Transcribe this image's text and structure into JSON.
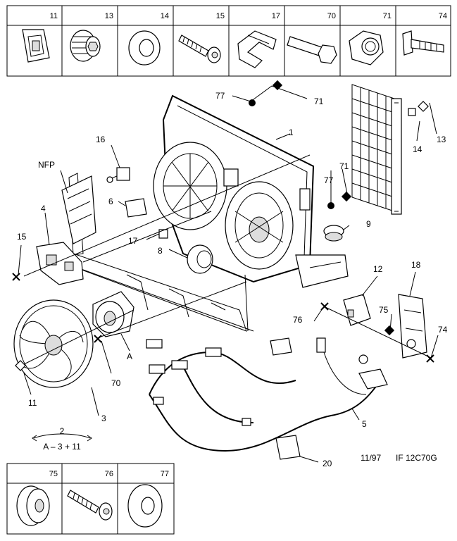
{
  "top_table": {
    "headers": [
      "11",
      "13",
      "14",
      "15",
      "17",
      "70",
      "71",
      "74"
    ],
    "icons": [
      "clip-icon",
      "plug-icon",
      "washer-icon",
      "screw-icon",
      "bracket-icon",
      "bolt-icon",
      "nut-icon",
      "stud-icon"
    ]
  },
  "bottom_table": {
    "headers": [
      "75",
      "76",
      "77"
    ],
    "icons": [
      "grommet-icon",
      "screw-icon",
      "washer-icon"
    ]
  },
  "callouts": {
    "c1": "1",
    "c3": "3",
    "c4": "4",
    "c5": "5",
    "c6": "6",
    "c8": "8",
    "c9": "9",
    "c11": "11",
    "c12": "12",
    "c13": "13",
    "c14": "14",
    "c15": "15",
    "c16": "16",
    "c17": "17",
    "c18": "18",
    "c20": "20",
    "c70": "70",
    "c71a": "71",
    "c71b": "71",
    "c74": "74",
    "c75": "75",
    "c76": "76",
    "c77a": "77",
    "c77b": "77",
    "nfp": "NFP",
    "a": "A"
  },
  "legend": {
    "top": "2",
    "bottom": "A – 3 + 11"
  },
  "footer": {
    "date": "11/97",
    "ref": "IF 12C70G"
  }
}
